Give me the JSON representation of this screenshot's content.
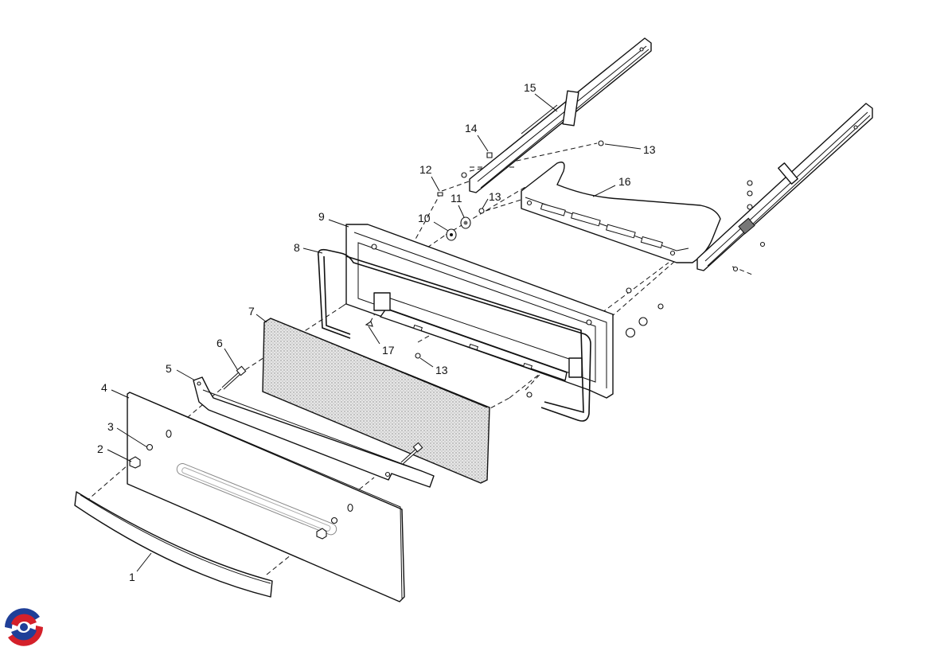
{
  "diagram": {
    "callouts": [
      {
        "id": "1",
        "text": "1"
      },
      {
        "id": "2",
        "text": "2"
      },
      {
        "id": "3",
        "text": "3"
      },
      {
        "id": "4",
        "text": "4"
      },
      {
        "id": "5",
        "text": "5"
      },
      {
        "id": "6",
        "text": "6"
      },
      {
        "id": "7",
        "text": "7"
      },
      {
        "id": "8",
        "text": "8"
      },
      {
        "id": "9",
        "text": "9"
      },
      {
        "id": "10",
        "text": "10"
      },
      {
        "id": "11",
        "text": "11"
      },
      {
        "id": "12",
        "text": "12"
      },
      {
        "id": "13a",
        "text": "13"
      },
      {
        "id": "13b",
        "text": "13"
      },
      {
        "id": "13c",
        "text": "13"
      },
      {
        "id": "14",
        "text": "14"
      },
      {
        "id": "15",
        "text": "15"
      },
      {
        "id": "16",
        "text": "16"
      },
      {
        "id": "17",
        "text": "17"
      }
    ]
  },
  "logo": {
    "icon": "company-swirl-logo-icon",
    "colors": {
      "red": "#d4202a",
      "blue": "#1f3f98"
    }
  }
}
